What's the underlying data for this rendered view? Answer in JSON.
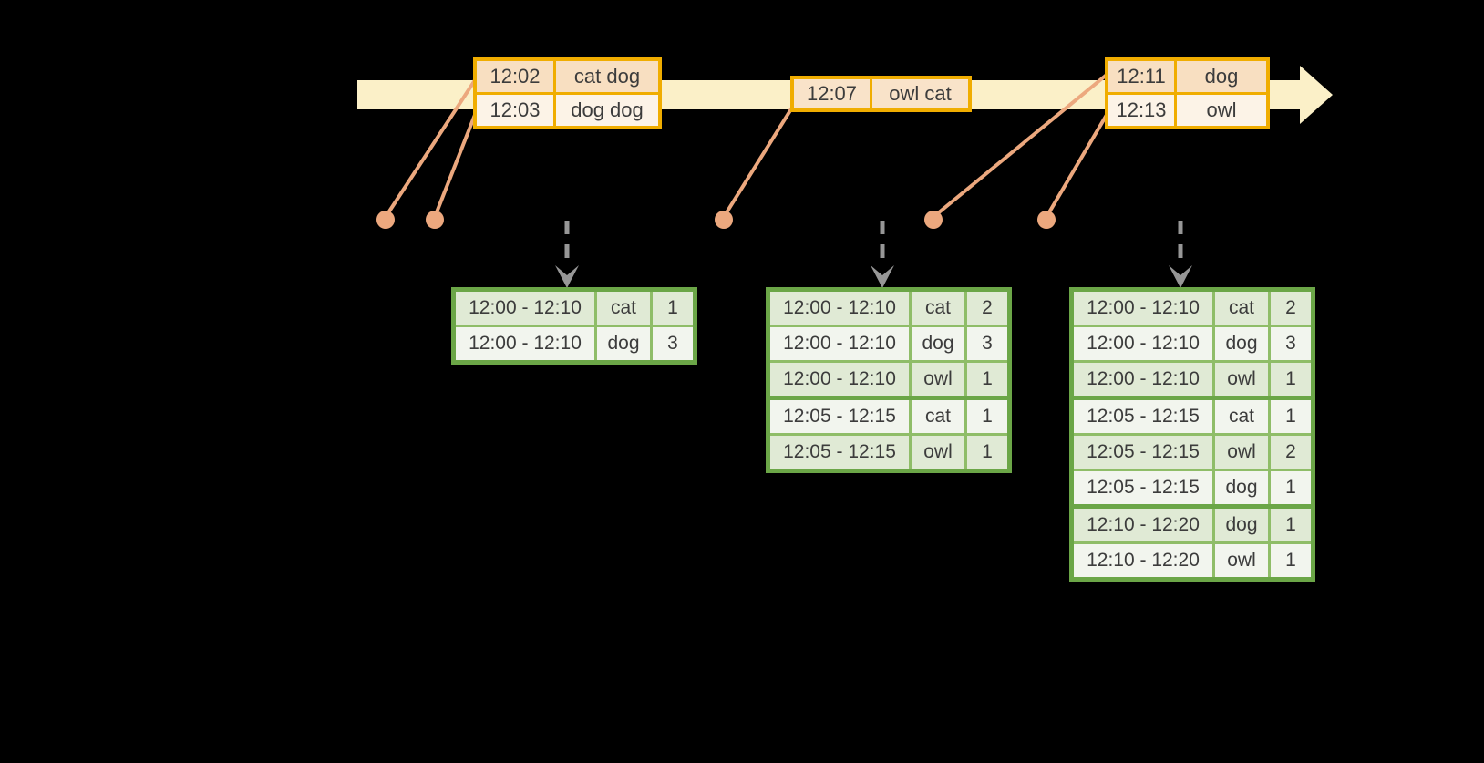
{
  "colors": {
    "band": "#fbf0c8",
    "orange": "#f0ad00",
    "peach": "#f8dfc1",
    "cream": "#fcf3e7",
    "peachmid": "#f9e3c9",
    "salmon": "#eca87e",
    "arrow": "#979797",
    "green": "#6ba647",
    "greensep": "#8fbd68",
    "greenrow": "#e0ead5",
    "whiterow": "#f2f5ee",
    "ink": "#3c3c3c"
  },
  "input_stream": {
    "batches": [
      {
        "rows": [
          {
            "time": "12:02",
            "words": "cat dog"
          },
          {
            "time": "12:03",
            "words": "dog dog"
          }
        ]
      },
      {
        "rows": [
          {
            "time": "12:07",
            "words": "owl cat"
          }
        ]
      },
      {
        "rows": [
          {
            "time": "12:11",
            "words": "dog"
          },
          {
            "time": "12:13",
            "words": "owl"
          }
        ]
      }
    ]
  },
  "result_tables": [
    {
      "rows": [
        {
          "window": "12:00 - 12:10",
          "word": "cat",
          "count": "1"
        },
        {
          "window": "12:00 - 12:10",
          "word": "dog",
          "count": "3"
        }
      ]
    },
    {
      "rows": [
        {
          "window": "12:00 - 12:10",
          "word": "cat",
          "count": "2"
        },
        {
          "window": "12:00 - 12:10",
          "word": "dog",
          "count": "3"
        },
        {
          "window": "12:00 - 12:10",
          "word": "owl",
          "count": "1"
        },
        {
          "window": "12:05 - 12:15",
          "word": "cat",
          "count": "1"
        },
        {
          "window": "12:05 - 12:15",
          "word": "owl",
          "count": "1"
        }
      ]
    },
    {
      "rows": [
        {
          "window": "12:00 - 12:10",
          "word": "cat",
          "count": "2"
        },
        {
          "window": "12:00 - 12:10",
          "word": "dog",
          "count": "3"
        },
        {
          "window": "12:00 - 12:10",
          "word": "owl",
          "count": "1"
        },
        {
          "window": "12:05 - 12:15",
          "word": "cat",
          "count": "1"
        },
        {
          "window": "12:05 - 12:15",
          "word": "owl",
          "count": "2"
        },
        {
          "window": "12:05 - 12:15",
          "word": "dog",
          "count": "1"
        },
        {
          "window": "12:10 - 12:20",
          "word": "dog",
          "count": "1"
        },
        {
          "window": "12:10 - 12:20",
          "word": "owl",
          "count": "1"
        }
      ]
    }
  ]
}
